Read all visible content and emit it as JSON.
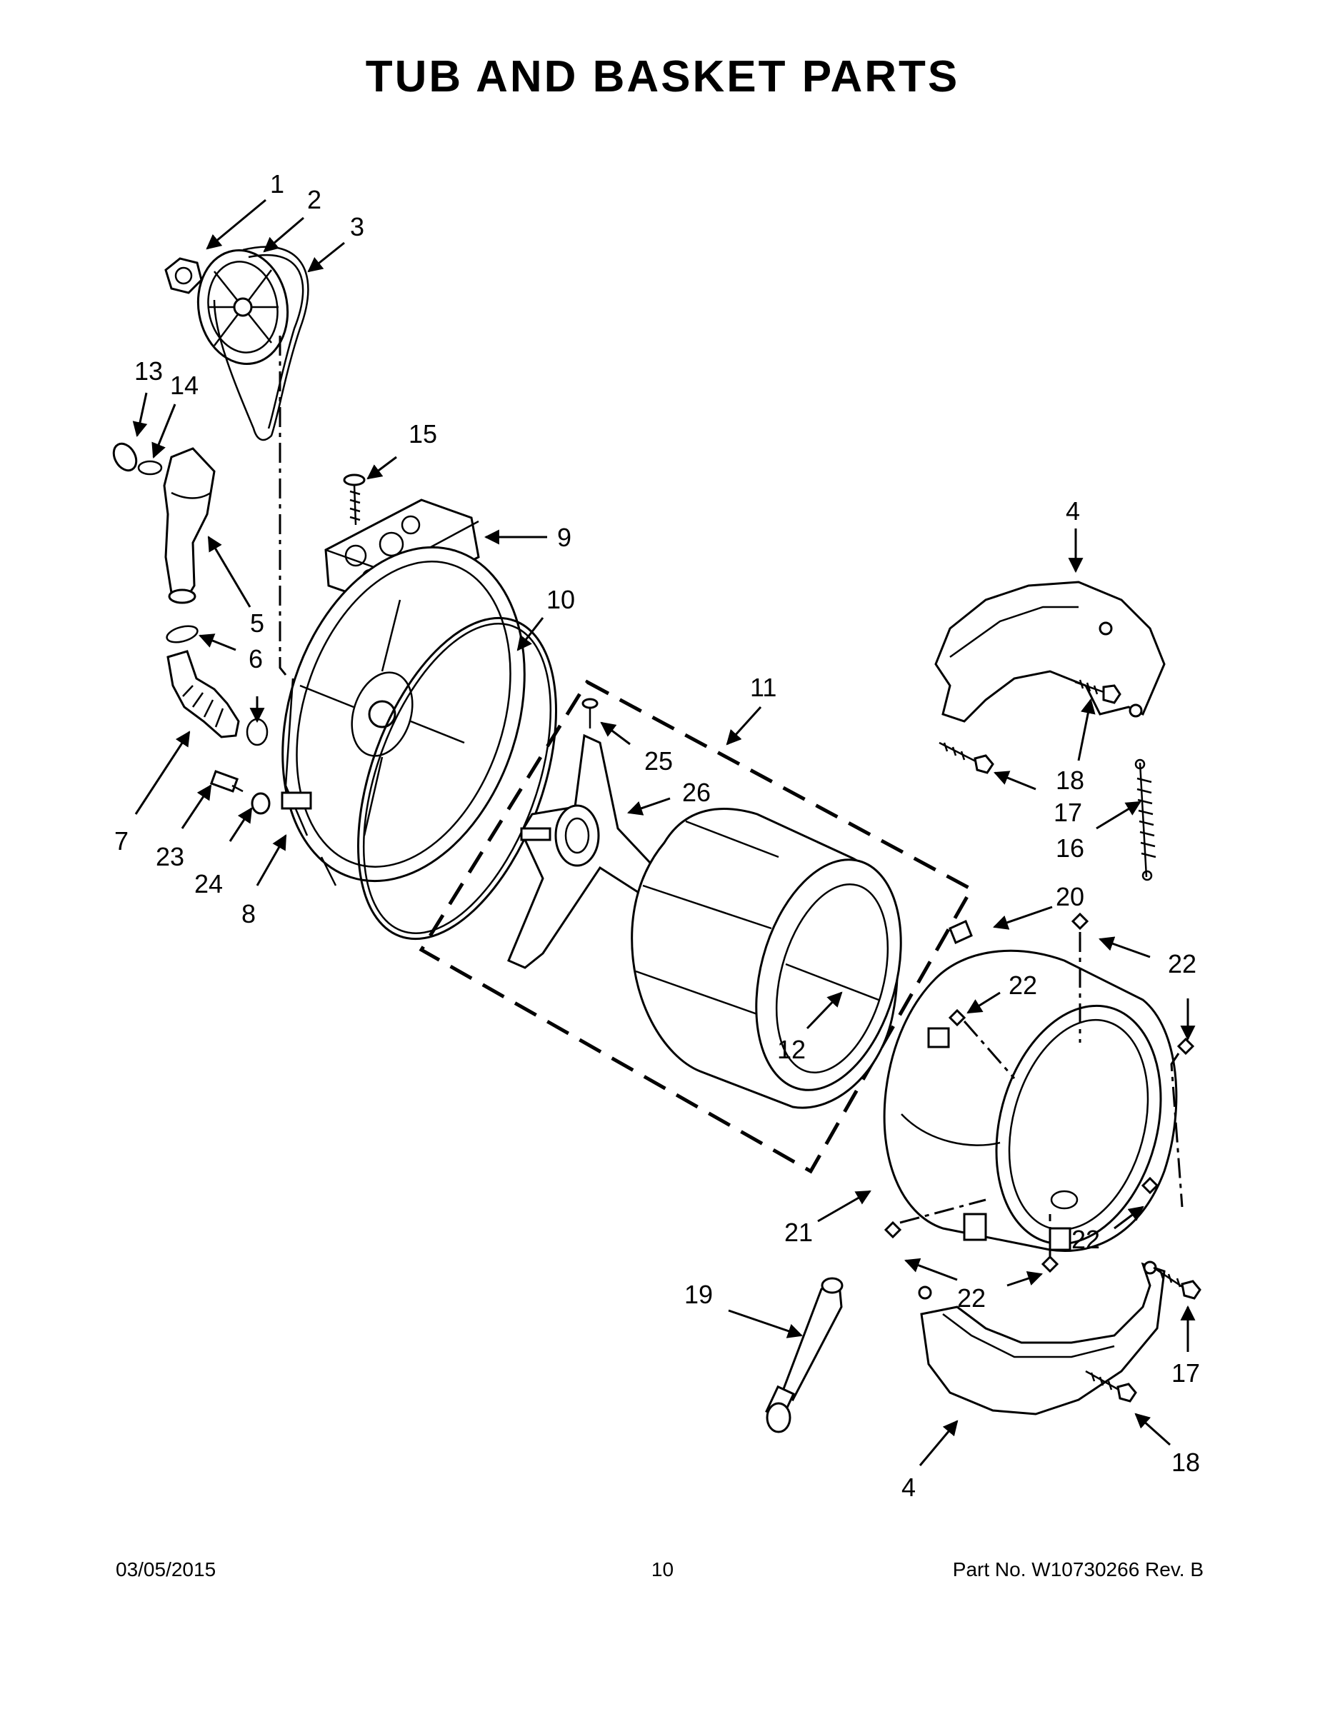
{
  "page": {
    "title": "TUB AND BASKET PARTS",
    "footer_date": "03/05/2015",
    "footer_page": "10",
    "footer_part": "Part No.  W10730266  Rev.  B"
  },
  "callouts": [
    "1",
    "2",
    "3",
    "13",
    "14",
    "15",
    "9",
    "5",
    "6",
    "10",
    "11",
    "4",
    "25",
    "26",
    "7",
    "23",
    "24",
    "8",
    "18",
    "17",
    "16",
    "20",
    "22",
    "22",
    "22",
    "12",
    "21",
    "22",
    "22",
    "19",
    "22",
    "17",
    "18",
    "4"
  ]
}
